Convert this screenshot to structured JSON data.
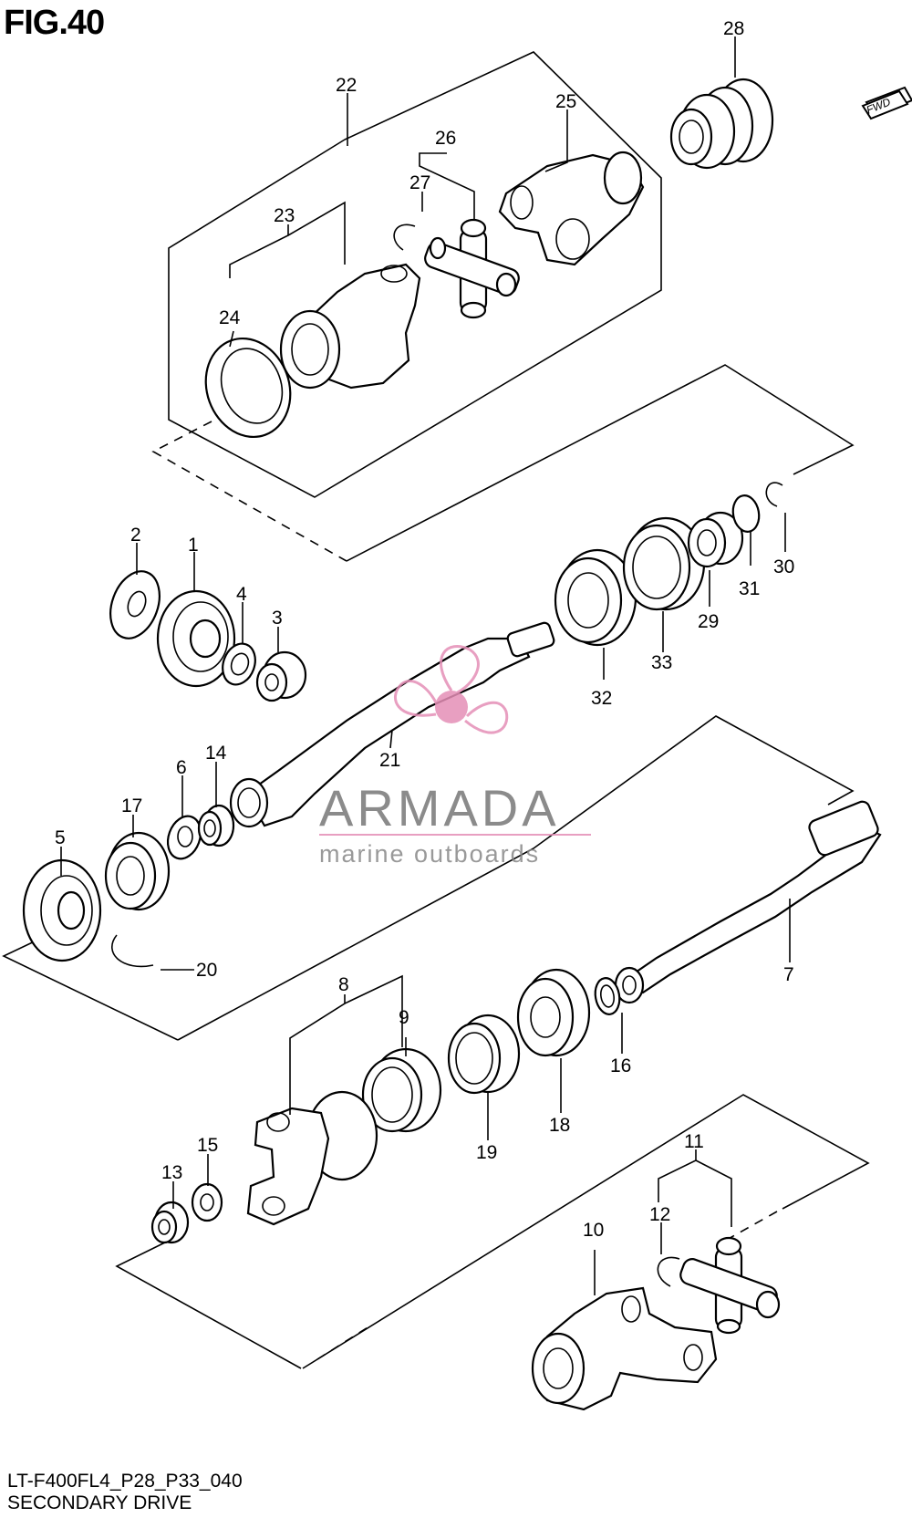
{
  "figure": {
    "title": "FIG.40",
    "model_code": "LT-F400FL4_P28_P33_040",
    "caption": "SECONDARY DRIVE",
    "direction_label": "FWD"
  },
  "watermark": {
    "brand": "ARMADA",
    "tagline": "marine outboards",
    "accent_color": "#e58fb7"
  },
  "callouts": [
    "1",
    "2",
    "3",
    "4",
    "5",
    "6",
    "7",
    "8",
    "9",
    "10",
    "11",
    "12",
    "13",
    "14",
    "15",
    "16",
    "17",
    "18",
    "19",
    "20",
    "21",
    "22",
    "23",
    "24",
    "25",
    "26",
    "27",
    "28",
    "29",
    "30",
    "31",
    "32",
    "33"
  ]
}
